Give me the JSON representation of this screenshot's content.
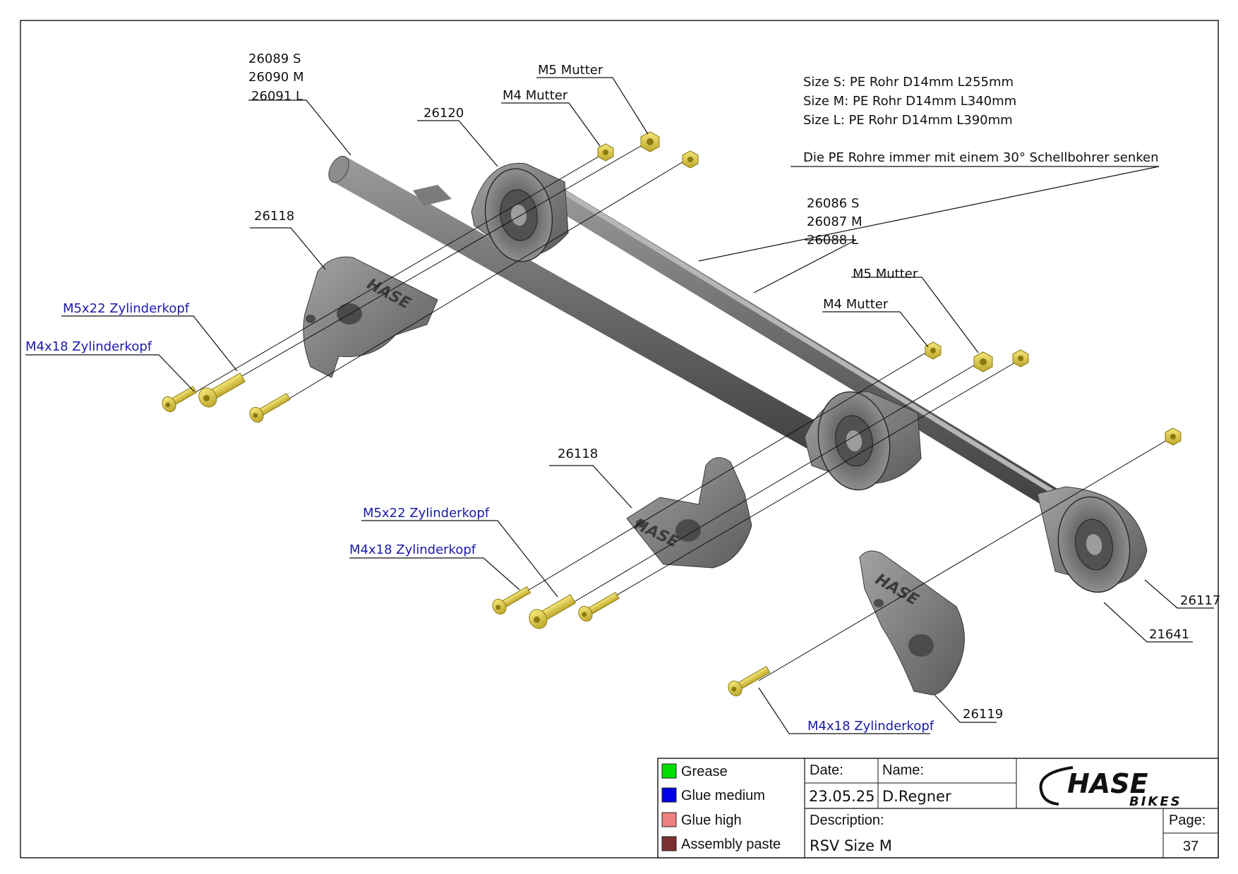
{
  "labels": {
    "rod_left_s": "26089 S",
    "rod_left_m": "26090 M",
    "rod_left_l": "26091 L",
    "part_26120": "26120",
    "m4_top": "M4 Mutter",
    "m5_top": "M5 Mutter",
    "size_s": "Size S: PE Rohr D14mm L255mm",
    "size_m": "Size M: PE Rohr D14mm L340mm",
    "size_l": "Size L: PE Rohr D14mm L390mm",
    "note": "Die PE Rohre immer mit einem 30° Schellbohrer senken",
    "rod_right_s": "26086 S",
    "rod_right_m": "26087 M",
    "rod_right_l": "26088 L",
    "part_26118_a": "26118",
    "m5_right": "M5 Mutter",
    "m4_right": "M4 Mutter",
    "screw_m5_left": "M5x22 Zylinderkopf",
    "screw_m4_left": "M4x18 Zylinderkopf",
    "part_26118_b": "26118",
    "screw_m5_mid": "M5x22 Zylinderkopf",
    "screw_m4_mid": "M4x18 Zylinderkopf",
    "part_26117": "26117",
    "part_21641": "21641",
    "part_26119": "26119",
    "screw_m4_bottom": "M4x18 Zylinderkopf",
    "stamp_hase": "HASE"
  },
  "legend": [
    {
      "label": "Grease",
      "color": "#00e000"
    },
    {
      "label": "Glue medium",
      "color": "#0000e6"
    },
    {
      "label": "Glue high",
      "color": "#f08080"
    },
    {
      "label": "Assembly paste",
      "color": "#7a3030"
    }
  ],
  "title_block": {
    "date_label": "Date:",
    "name_label": "Name:",
    "date_value": "23.05.25",
    "name_value": "D.Regner",
    "description_label": "Description:",
    "description_value": "RSV Size M",
    "page_label": "Page:",
    "page_value": "37",
    "logo_text": "HASE",
    "logo_sub": "BIKES"
  },
  "colors": {
    "part_grey": "#6f7072",
    "part_dark": "#4a4b4d",
    "screw_yellow": "#e3cf3f"
  }
}
